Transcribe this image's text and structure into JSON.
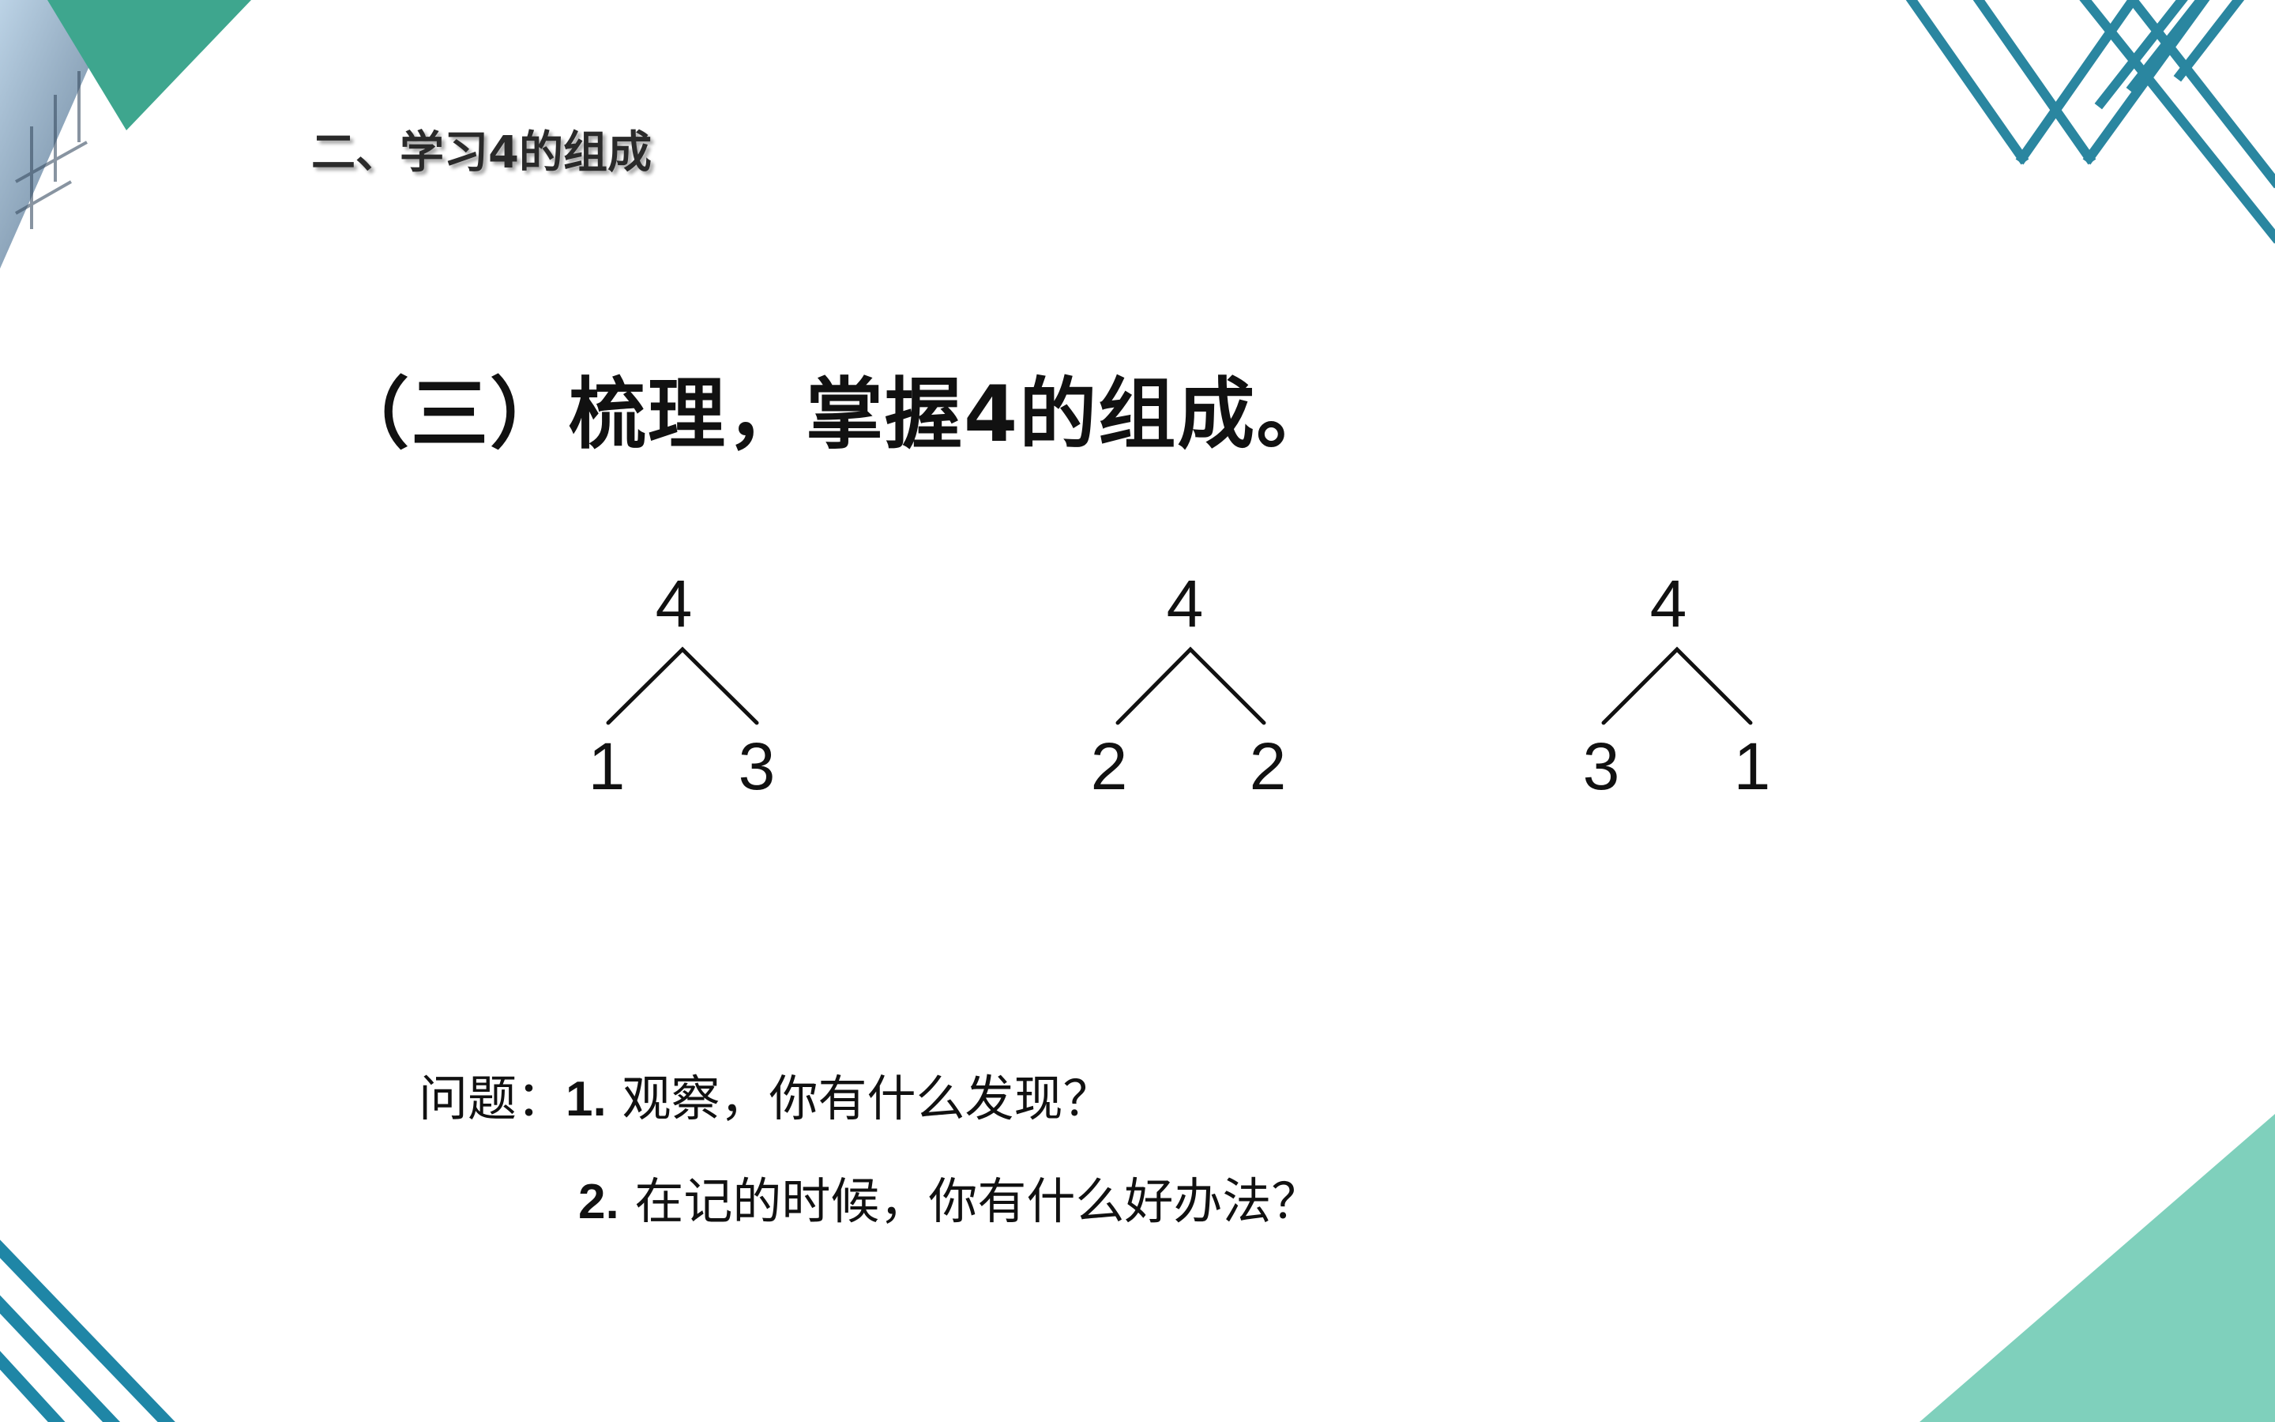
{
  "header": {
    "title": "二、学习4的组成"
  },
  "section": {
    "heading": "（三）梳理，掌握4的组成。"
  },
  "decompositions": [
    {
      "whole": "4",
      "left": "1",
      "right": "3"
    },
    {
      "whole": "4",
      "left": "2",
      "right": "2"
    },
    {
      "whole": "4",
      "left": "3",
      "right": "1"
    }
  ],
  "questions": {
    "label": "问题：",
    "items": [
      {
        "number": "1.",
        "text": " 观察，你有什么发现？"
      },
      {
        "number": "2.",
        "text": " 在记的时候，你有什么好办法？"
      }
    ]
  },
  "colors": {
    "teal_dark": "#2e8f9a",
    "teal_green": "#3ea68e",
    "mint": "#7fd0bc",
    "line_blue": "#2a86a0"
  }
}
